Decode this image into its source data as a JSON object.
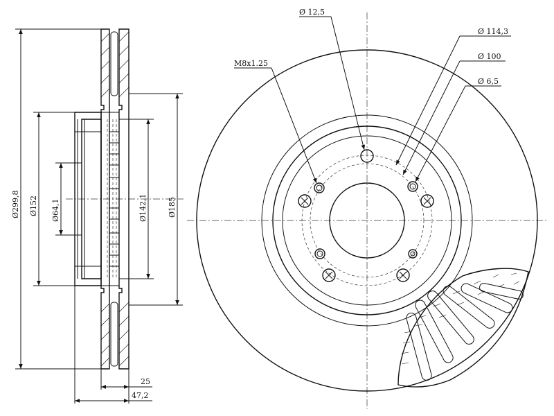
{
  "side_view": {
    "dimensions": {
      "d_outer": "Ø299,8",
      "d_hub": "Ø152",
      "d_center": "Ø64,1",
      "d_hat": "Ø142,1",
      "d_friction": "Ø185",
      "w_25": "25",
      "w_472": "47,2"
    }
  },
  "front_view": {
    "labels": {
      "hole_125": "Ø 12,5",
      "pcd_1143": "Ø 114,3",
      "d_100": "Ø 100",
      "hole_65": "Ø  6,5",
      "thread": "M8x1.25"
    }
  }
}
